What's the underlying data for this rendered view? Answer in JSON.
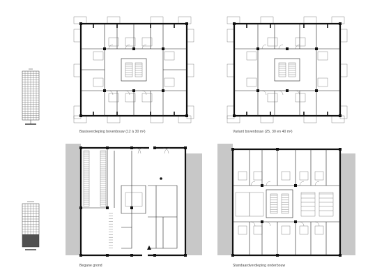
{
  "captions": {
    "top_left": "Basisverdieping bovenbouw (12 à 30 m²)",
    "top_right": "Variant bovenbouw (25, 30 en 40 m²)",
    "bottom_left": "Begane grond",
    "bottom_right": "Standaardverdieping onderbouw"
  },
  "colors": {
    "wall": "#111111",
    "neighbour_building": "#c8c8c8",
    "background": "#ffffff"
  }
}
